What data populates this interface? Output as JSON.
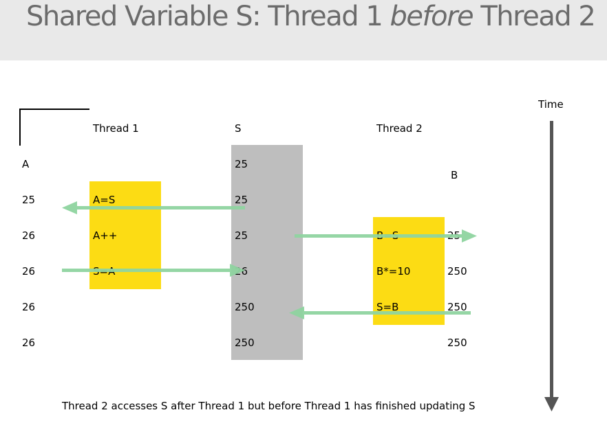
{
  "title": {
    "part1": "Shared Variable S: Thread 1 ",
    "emphasis": "before",
    "part2": " Thread 2"
  },
  "headers": {
    "thread1": "Thread 1",
    "s": "S",
    "thread2": "Thread 2",
    "time": "Time",
    "a": "A",
    "b": "B"
  },
  "a_values": [
    "25",
    "26",
    "26",
    "26",
    "26"
  ],
  "s_values": [
    "25",
    "25",
    "25",
    "26",
    "250",
    "250"
  ],
  "b_values": [
    "25",
    "250",
    "250",
    "250"
  ],
  "thread1_ops": [
    "A=S",
    "A++",
    "S=A"
  ],
  "thread2_ops": [
    "B=S",
    "B*=10",
    "S=B"
  ],
  "caption": "Thread 2 accesses S after Thread 1 but before Thread 1 has finished updating S",
  "colors": {
    "title_bg": "#e9e9e9",
    "title_text": "#6b6b6b",
    "shared_box": "#bebebe",
    "thread_box": "#fcdc14",
    "arrow": "#8fd4a0",
    "time_arrow": "#555555"
  }
}
